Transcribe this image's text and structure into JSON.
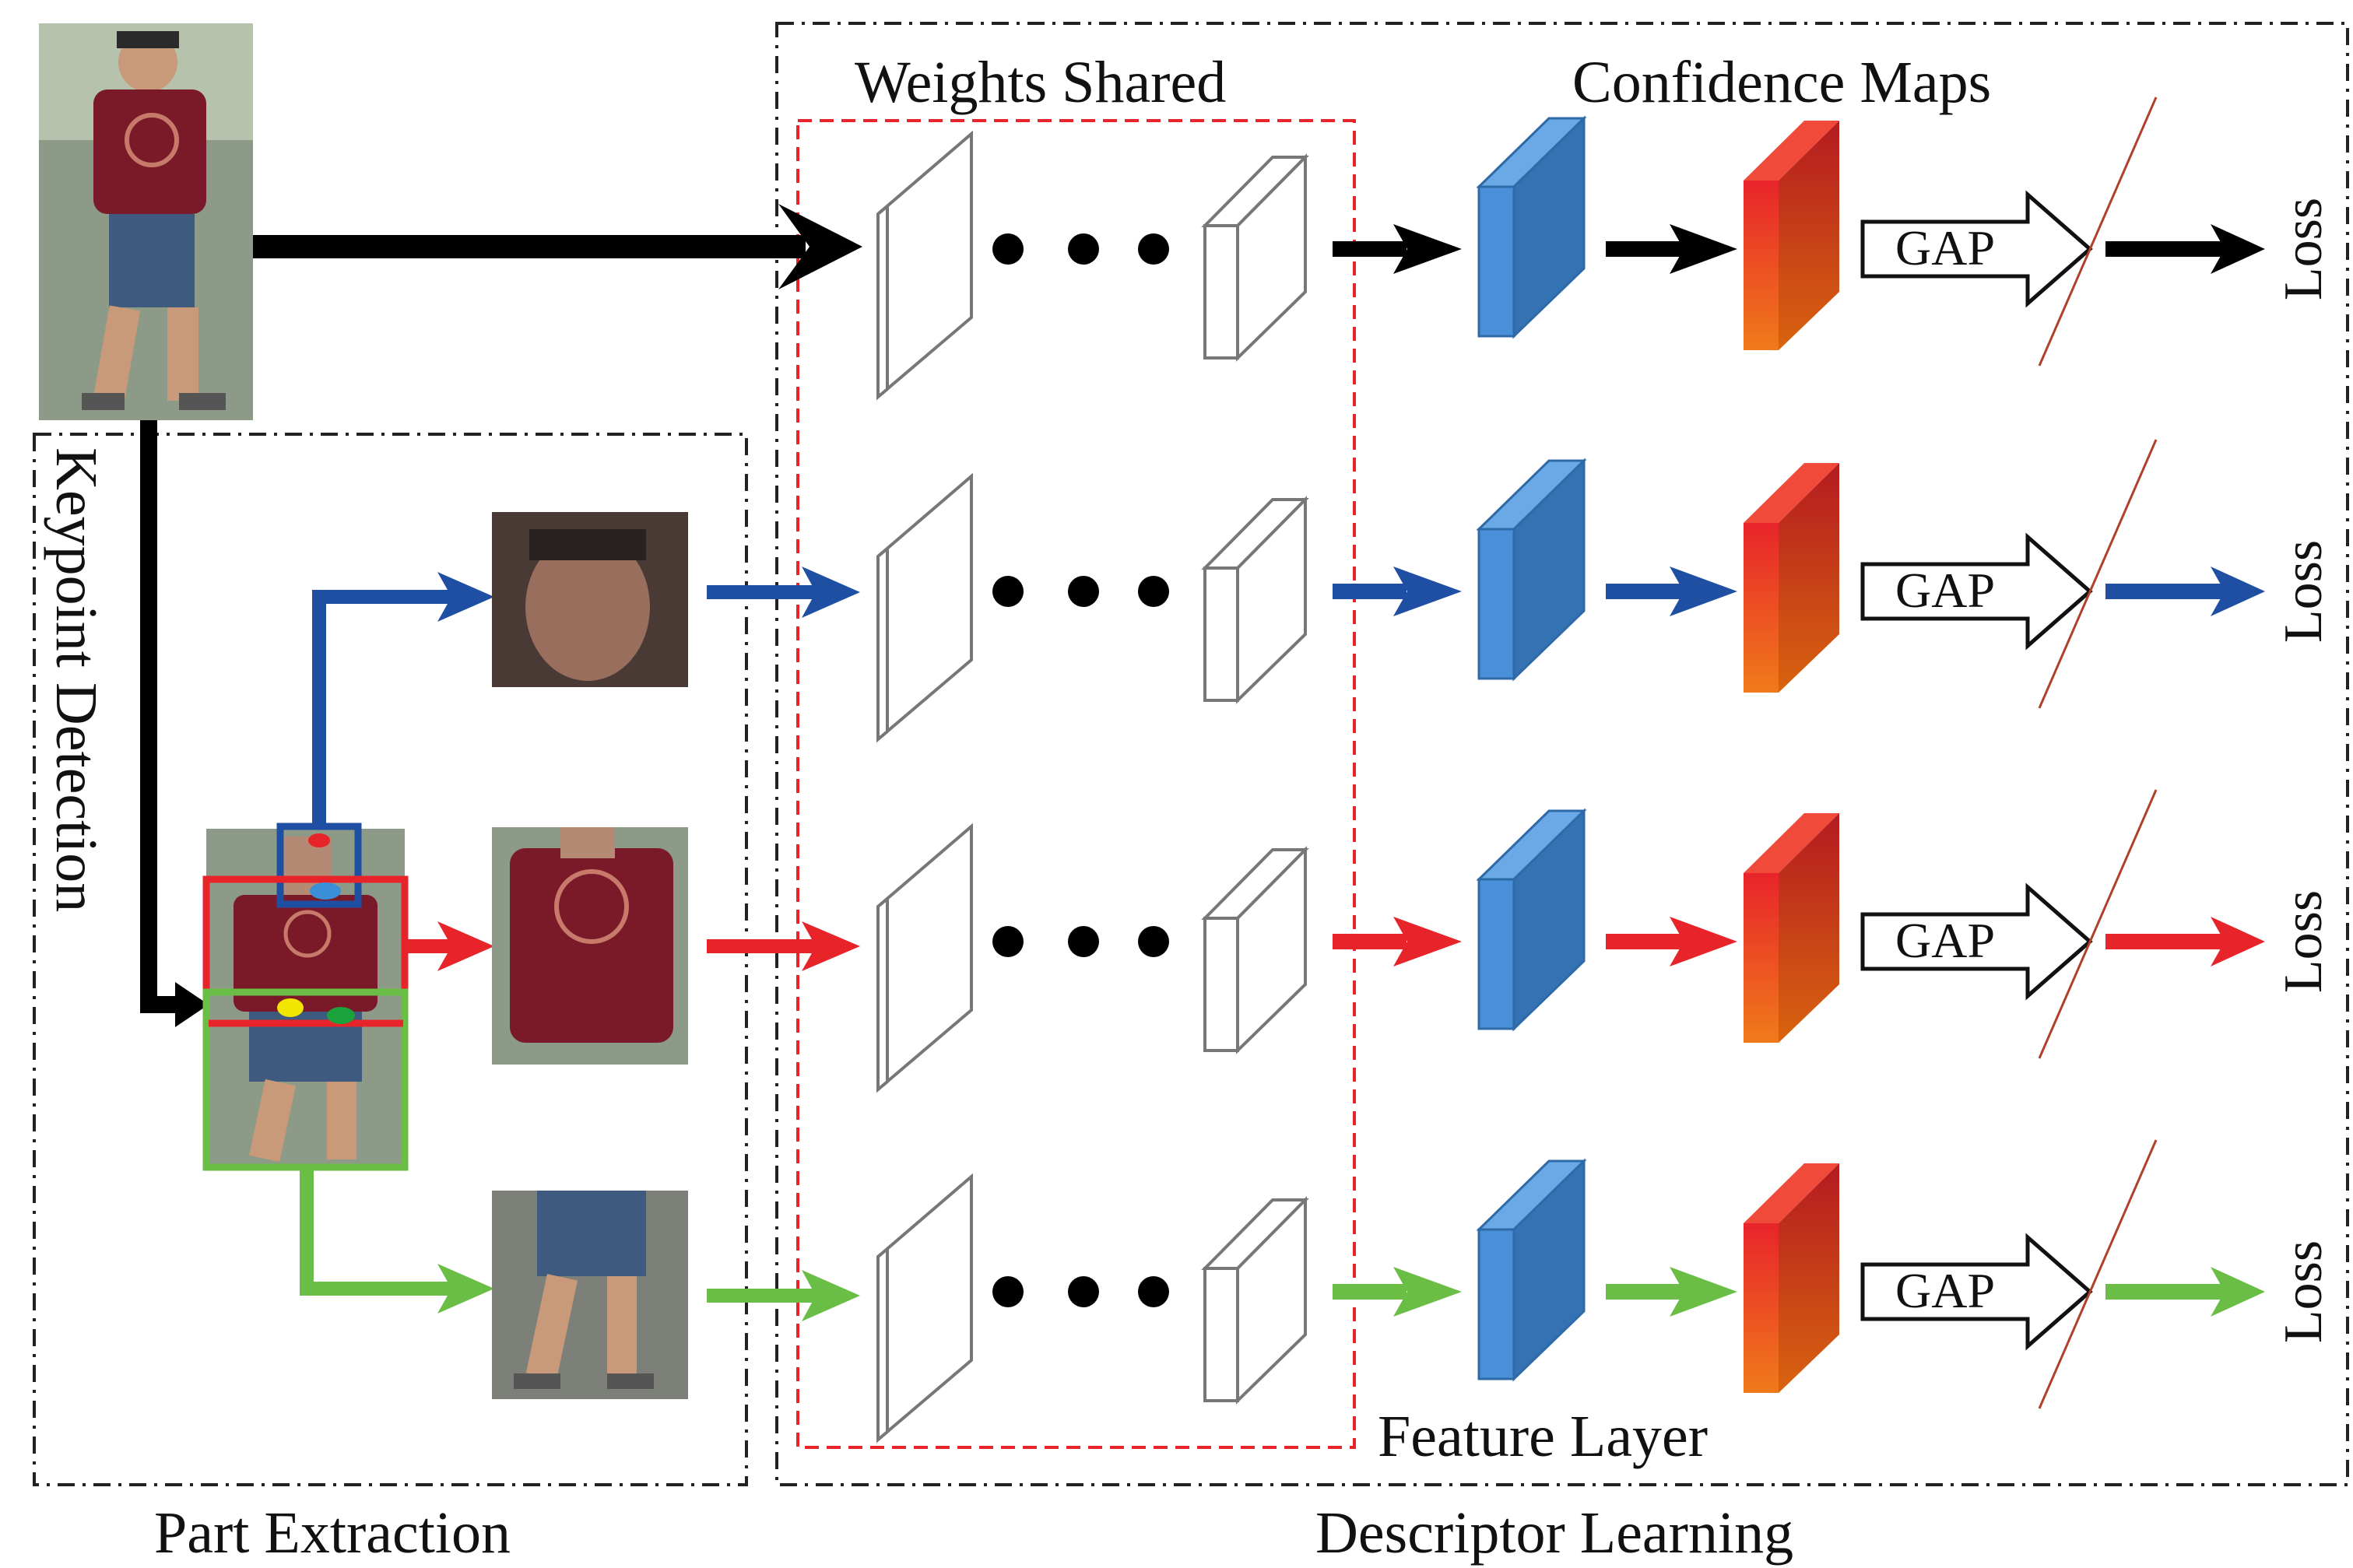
{
  "labels": {
    "weights_shared": "Weights Shared",
    "confidence_maps": "Confidence Maps",
    "keypoint_detection": "Keypoint Detection",
    "feature_layer": "Feature Layer",
    "part_extraction": "Part Extraction",
    "descriptor_learning": "Descriptor Learning"
  },
  "rows": [
    {
      "id": "full-body",
      "color": "#000000",
      "gap_label": "GAP",
      "loss_label": "Loss"
    },
    {
      "id": "head",
      "color": "#1f4fa3",
      "gap_label": "GAP",
      "loss_label": "Loss"
    },
    {
      "id": "upper-body",
      "color": "#e8242b",
      "gap_label": "GAP",
      "loss_label": "Loss"
    },
    {
      "id": "lower-body",
      "color": "#6abd45",
      "gap_label": "GAP",
      "loss_label": "Loss"
    }
  ],
  "colors": {
    "shared_box": "#e8242b",
    "feature_block": "#4a90d9",
    "confidence_map_top": "#e8242b",
    "confidence_map_bottom": "#f07a1a",
    "head_box": "#1f4fa3",
    "torso_box": "#e8242b",
    "legs_box": "#6abd45",
    "keypoint_yellow": "#f2e600",
    "keypoint_green": "#1aa33a",
    "keypoint_red": "#e8242b",
    "keypoint_blue": "#3a8fd8"
  },
  "icons": {
    "person_image": "pedestrian-photo",
    "head_crop": "head-crop-photo",
    "torso_crop": "torso-crop-photo",
    "legs_crop": "legs-crop-photo"
  }
}
